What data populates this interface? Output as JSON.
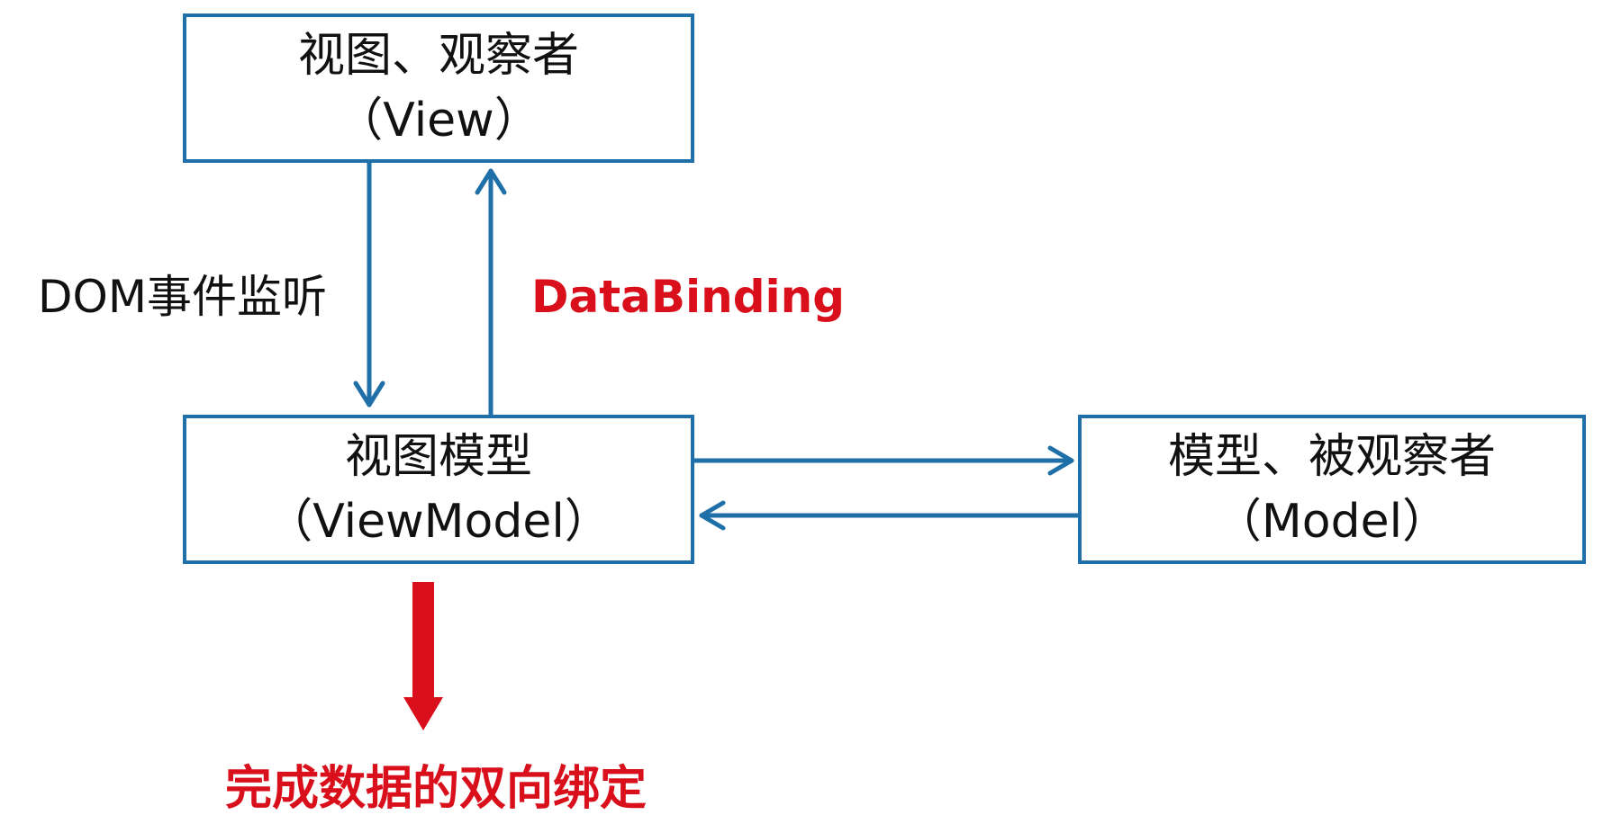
{
  "view_box": {
    "title": "视图、观察者",
    "subtitle": "（View）"
  },
  "viewmodel_box": {
    "title": "视图模型",
    "subtitle": "（ViewModel）"
  },
  "model_box": {
    "title": "模型、被观察者",
    "subtitle": "（Model）"
  },
  "edges": {
    "dom_event_label": "DOM事件监听",
    "databinding_label": "DataBinding"
  },
  "result_label": "完成数据的双向绑定",
  "colors": {
    "box_border": "#1f6fa8",
    "connector": "#1f6fa8",
    "highlight": "#d9101b",
    "text": "#111111"
  }
}
